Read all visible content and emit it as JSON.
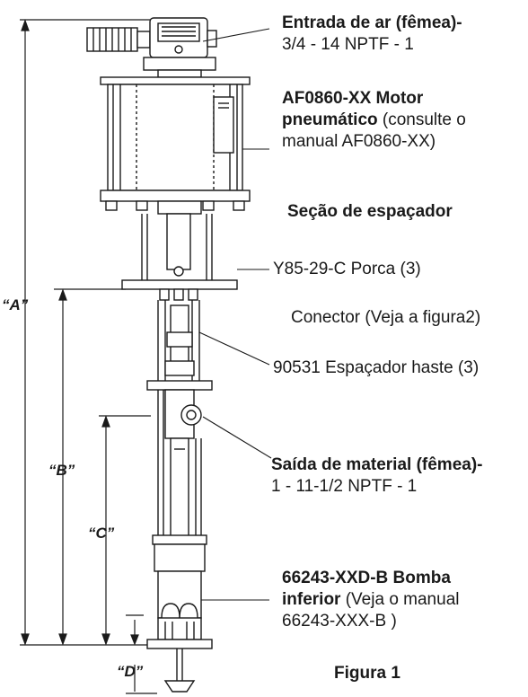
{
  "callouts": {
    "air_inlet": {
      "title": "Entrada de ar (fêmea)-",
      "spec": "3/4 - 14 NPTF - 1"
    },
    "air_motor": {
      "line1_bold": "AF0860-XX Motor",
      "line2_bold": "pneumático",
      "line2_rest": " (consulte o",
      "line3": "manual AF0860-XX)"
    },
    "spacer_section": {
      "title": "Seção de espaçador"
    },
    "nut": {
      "text": "Y85-29-C Porca (3)"
    },
    "connector": {
      "text": "Conector (Veja a figura2)"
    },
    "spacer_rod": {
      "text": "90531 Espaçador haste (3)"
    },
    "material_outlet": {
      "title": "Saída de material (fêmea)-",
      "spec": "1 - 11-1/2 NPTF - 1"
    },
    "lower_pump": {
      "line1_bold": "66243-XXD-B Bomba",
      "line2_bold": "inferior",
      "line2_rest": " (Veja o manual",
      "line3": "66243-XXX-B )"
    }
  },
  "dimensions": {
    "a": "“A”",
    "b": "“B”",
    "c": "“C”",
    "d": "“D”"
  },
  "figure_caption": "Figura 1"
}
